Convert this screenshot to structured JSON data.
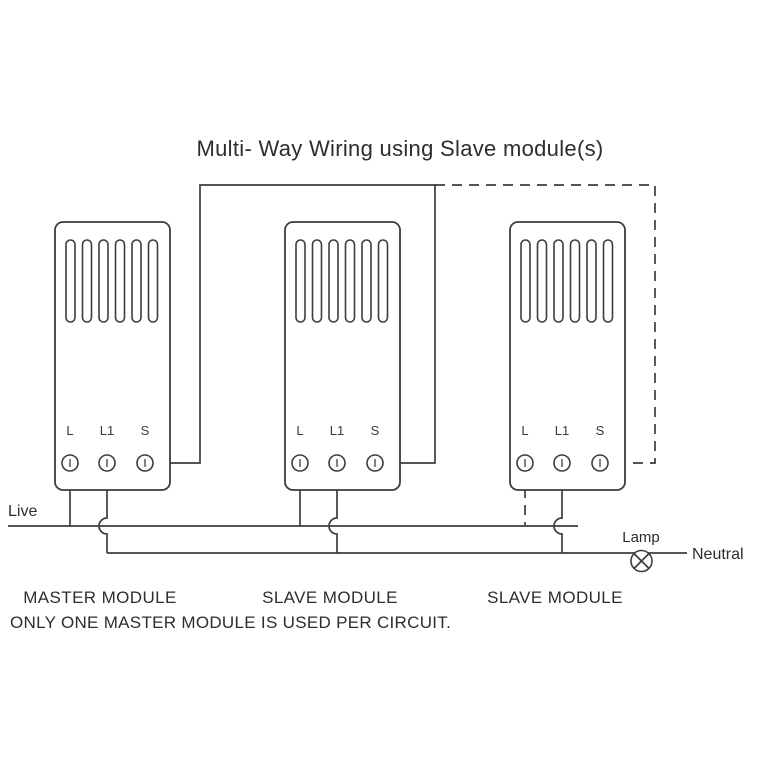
{
  "title": "Multi- Way Wiring using Slave module(s)",
  "wires": {
    "live_label": "Live",
    "neutral_label": "Neutral",
    "lamp_label": "Lamp"
  },
  "modules": [
    {
      "caption": "MASTER MODULE",
      "terminals": [
        "L",
        "L1",
        "S"
      ]
    },
    {
      "caption": "SLAVE MODULE",
      "terminals": [
        "L",
        "L1",
        "S"
      ]
    },
    {
      "caption": "SLAVE MODULE",
      "terminals": [
        "L",
        "L1",
        "S"
      ]
    }
  ],
  "footnote": "ONLY ONE MASTER MODULE IS USED PER CIRCUIT.",
  "colors": {
    "line": "#3d3d3d",
    "text": "#2d2d2d",
    "background": "#ffffff"
  }
}
